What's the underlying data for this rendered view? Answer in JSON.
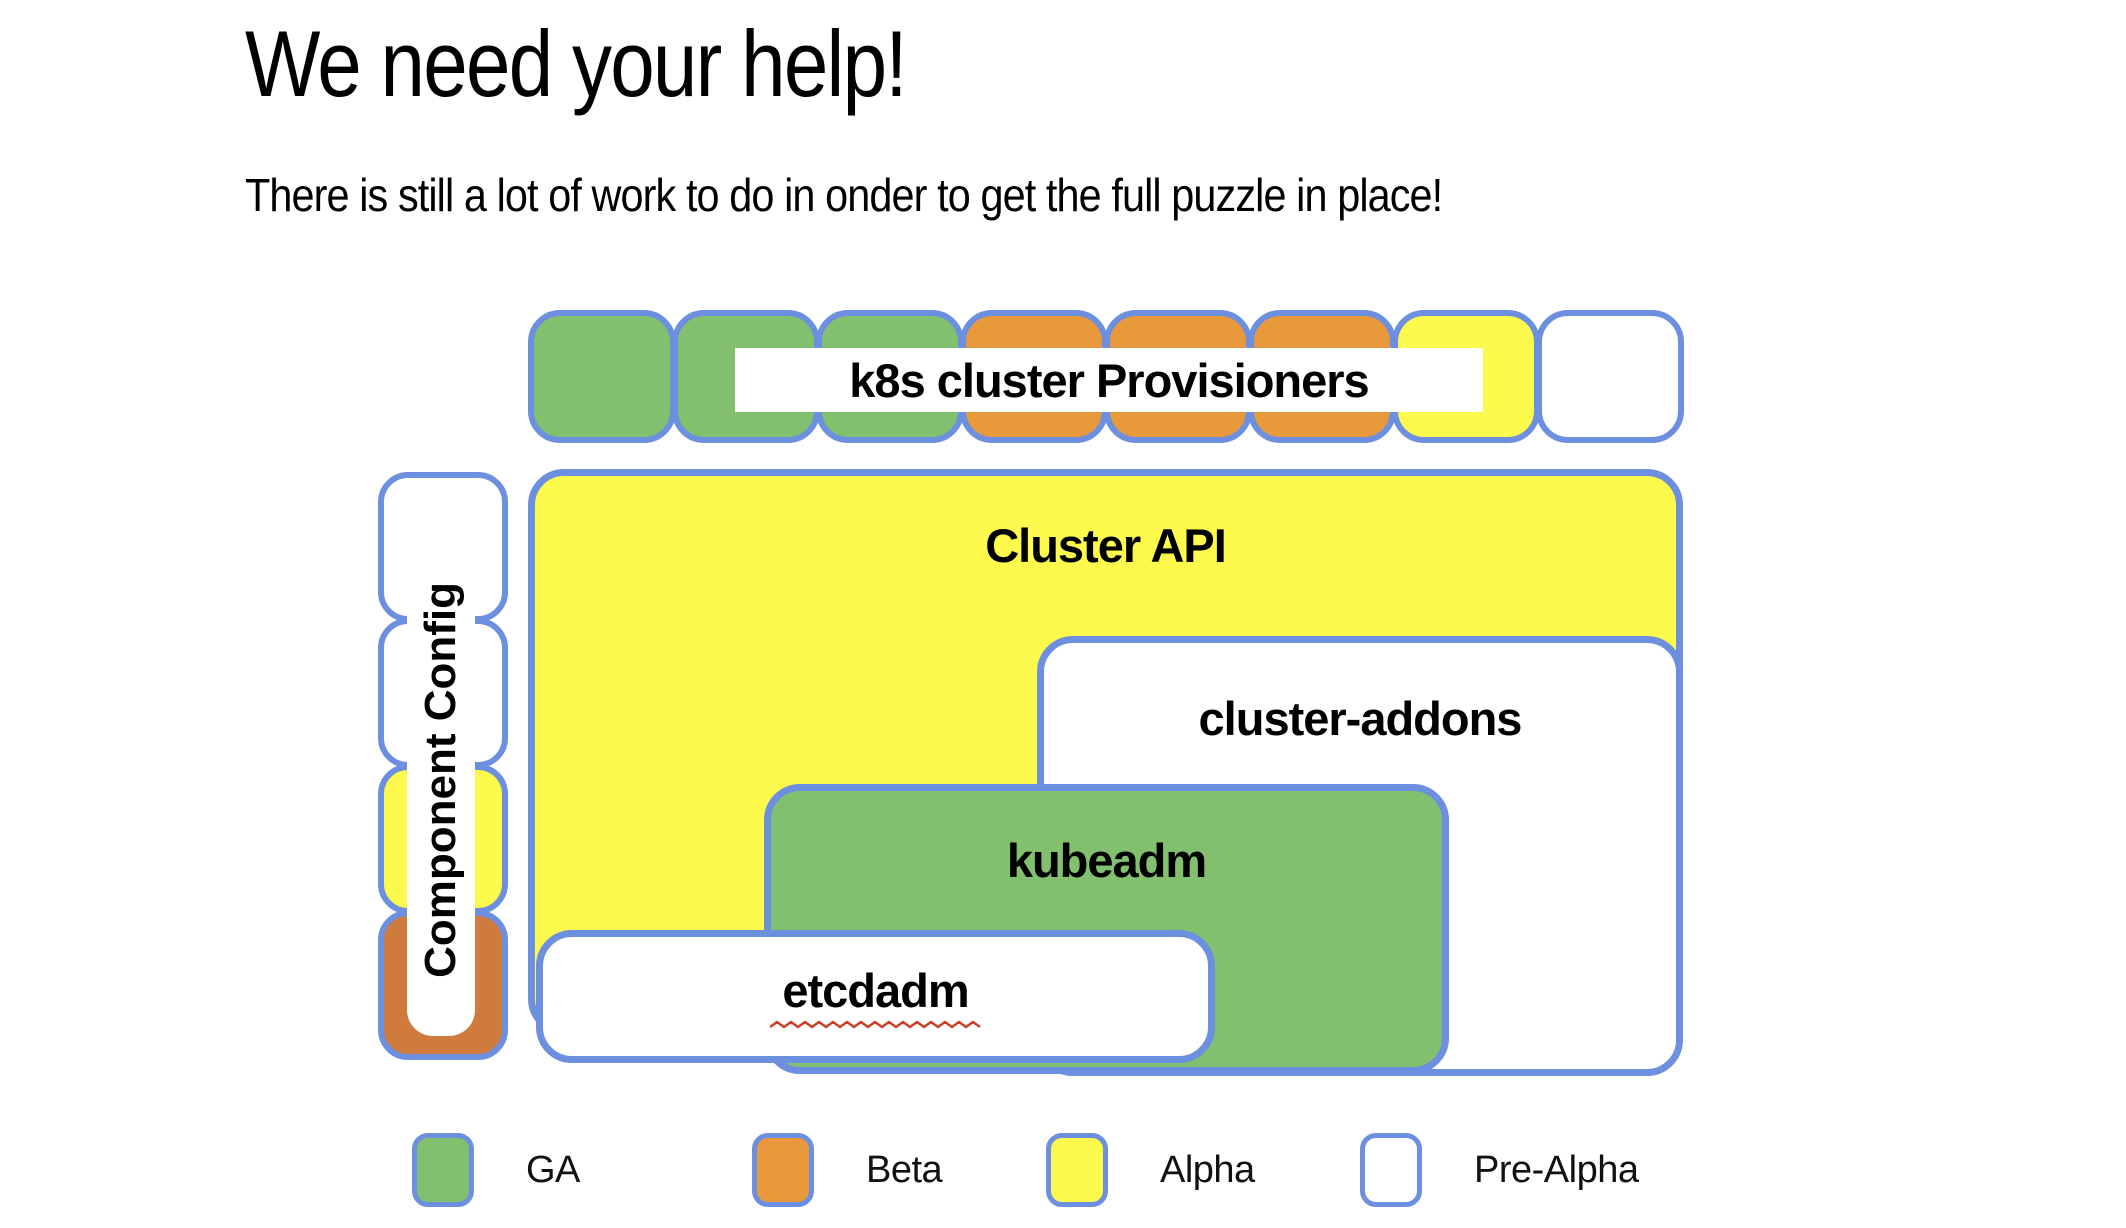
{
  "slide": {
    "title": "We need your help!",
    "subtitle": "There is still a lot of work to do in onder to get the full puzzle in place!"
  },
  "colors": {
    "border_blue": "#6C8FE0",
    "ga_green": "#82BF6E",
    "beta_orange": "#E8993B",
    "alpha_yellow": "#FDF94D",
    "config_orange": "#CE7B3D",
    "squiggle_red": "#CC4125"
  },
  "provisioners": {
    "label": "k8s cluster Provisioners",
    "pieces": [
      "ga",
      "ga",
      "ga",
      "beta",
      "beta",
      "beta",
      "alpha",
      "pre-alpha"
    ]
  },
  "component_config": {
    "label": "Component Config",
    "pieces": [
      "pre-alpha",
      "pre-alpha",
      "alpha",
      "beta-dark"
    ]
  },
  "boxes": {
    "cluster_api": "Cluster API",
    "cluster_addons": "cluster-addons",
    "kubeadm": "kubeadm",
    "etcdadm": "etcdadm"
  },
  "legend": [
    {
      "label": "GA",
      "color_key": "ga"
    },
    {
      "label": "Beta",
      "color_key": "beta"
    },
    {
      "label": "Alpha",
      "color_key": "alpha"
    },
    {
      "label": "Pre-Alpha",
      "color_key": "pre-alpha"
    }
  ]
}
